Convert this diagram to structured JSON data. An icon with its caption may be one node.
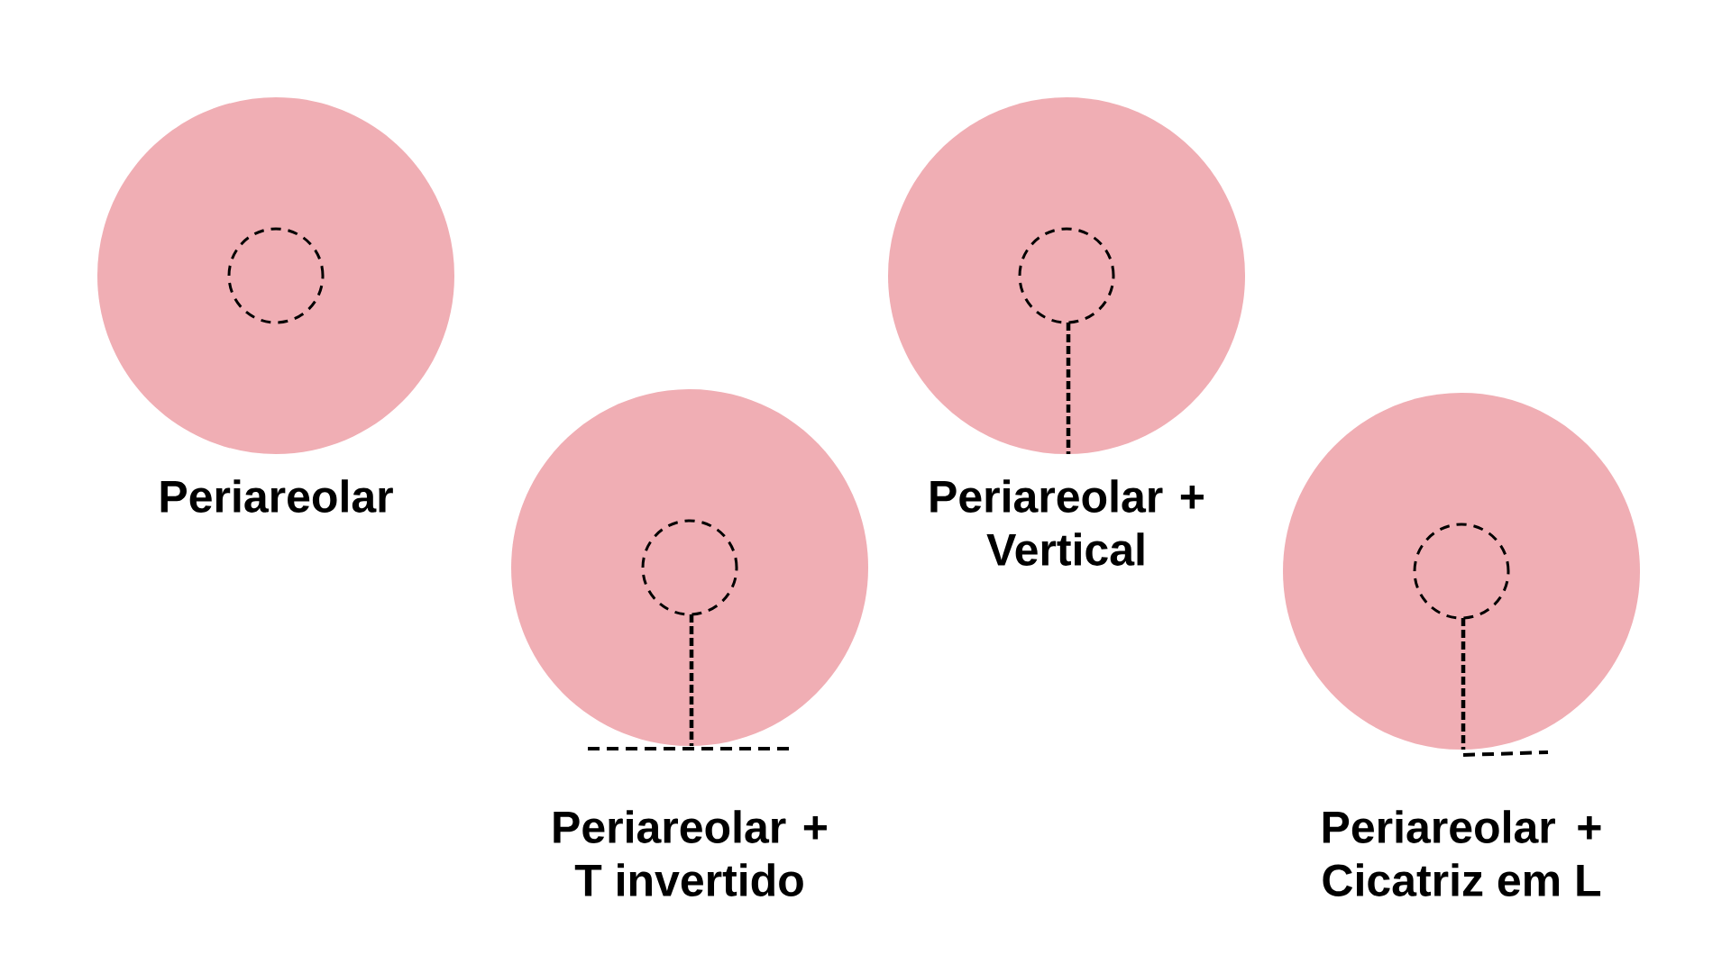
{
  "diagram": {
    "nodes": [
      {
        "text": [],
        "shape": "circle",
        "beside": [
          "Periareolar"
        ]
      },
      {
        "text": [],
        "shape": "circle",
        "beside": [
          "Periareolar + T invertido"
        ]
      },
      {
        "text": [],
        "shape": "circle",
        "beside": [
          "Periareolar + Vertical"
        ]
      },
      {
        "text": [],
        "shape": "circle",
        "beside": [
          "Periareolar + Cicatriz em L"
        ]
      }
    ]
  }
}
